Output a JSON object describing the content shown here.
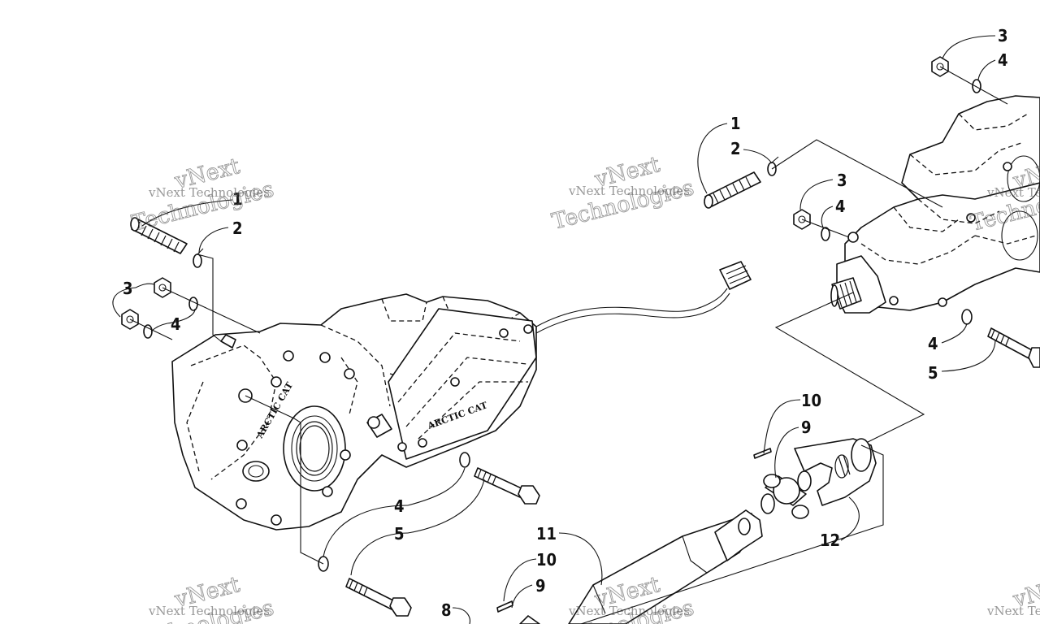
{
  "callouts": {
    "l1": "1",
    "l2": "2",
    "l3": "3",
    "l4a": "4",
    "l4b": "4",
    "l5": "5",
    "r1": "1",
    "r2": "2",
    "r3a": "3",
    "r4a": "4",
    "r3b": "3",
    "r4b": "4",
    "r4c": "4",
    "r5": "5",
    "c10a": "10",
    "c9a": "9",
    "c12": "12",
    "c11": "11",
    "c10b": "10",
    "c9b": "9",
    "c8": "8"
  },
  "watermark": {
    "line1": "vNext Technologies",
    "word1": "vNext",
    "word2": "Technologies"
  },
  "casting_text": {
    "left": "ARCTIC CAT",
    "right": "ARCTIC CAT"
  }
}
